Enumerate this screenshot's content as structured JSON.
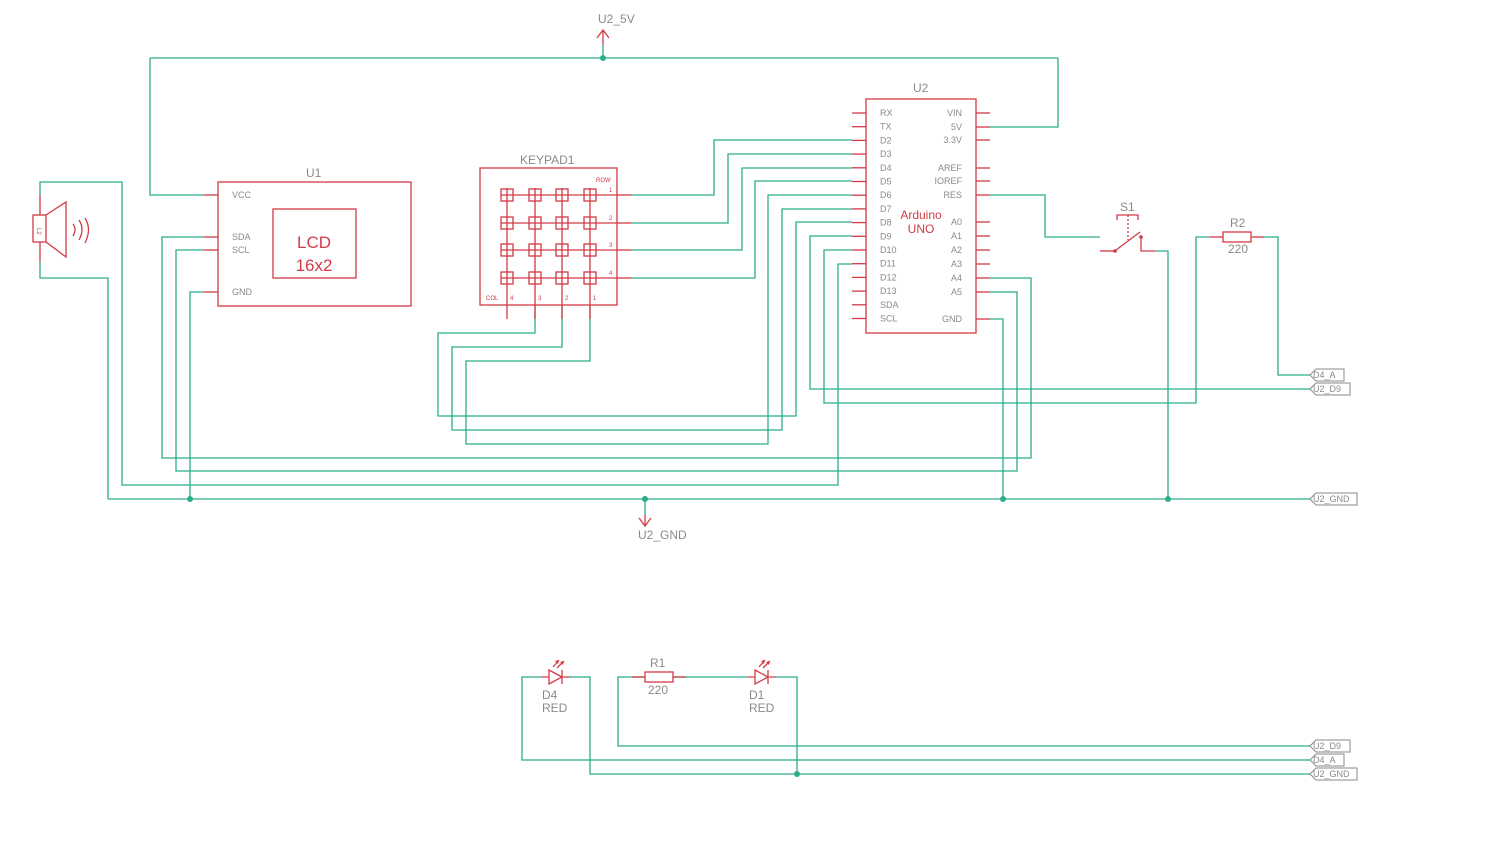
{
  "colors": {
    "wire": "#2bad8a",
    "part": "#d23a45",
    "label": "#8a8a8a",
    "background": "#ffffff"
  },
  "supplies": {
    "vcc": "U2_5V",
    "gnd": "U2_GND"
  },
  "speaker": {
    "ref": "L2",
    "icon": "speaker-icon"
  },
  "lcd": {
    "ref": "U1",
    "line1": "LCD",
    "line2": "16x2",
    "pins": {
      "vcc": "VCC",
      "sda": "SDA",
      "scl": "SCL",
      "gnd": "GND"
    }
  },
  "keypad": {
    "ref": "KEYPAD1",
    "row_label": "ROW",
    "col_label": "COL",
    "row_nums": [
      "1",
      "2",
      "3",
      "4"
    ],
    "col_nums": [
      "4",
      "3",
      "2",
      "1"
    ]
  },
  "arduino": {
    "ref": "U2",
    "line1": "Arduino",
    "line2": "UNO",
    "left_pins": [
      "RX",
      "TX",
      "D2",
      "D3",
      "D4",
      "D5",
      "D6",
      "D7",
      "D8",
      "D9",
      "D10",
      "D11",
      "D12",
      "D13",
      "SDA",
      "SCL"
    ],
    "right_pins": {
      "vin": "VIN",
      "v5": "5V",
      "v33": "3.3V",
      "aref": "AREF",
      "ioref": "IOREF",
      "res": "RES",
      "a0": "A0",
      "a1": "A1",
      "a2": "A2",
      "a3": "A3",
      "a4": "A4",
      "a5": "A5",
      "gnd": "GND"
    }
  },
  "switch": {
    "ref": "S1"
  },
  "r2": {
    "ref": "R2",
    "value": "220"
  },
  "r1": {
    "ref": "R1",
    "value": "220"
  },
  "d4": {
    "ref": "D4",
    "value": "RED"
  },
  "d1": {
    "ref": "D1",
    "value": "RED"
  },
  "net_labels": {
    "top": [
      "D4_A",
      "U2_D9",
      "U2_GND"
    ],
    "bottom": [
      "U2_D9",
      "D4_A",
      "U2_GND"
    ]
  }
}
